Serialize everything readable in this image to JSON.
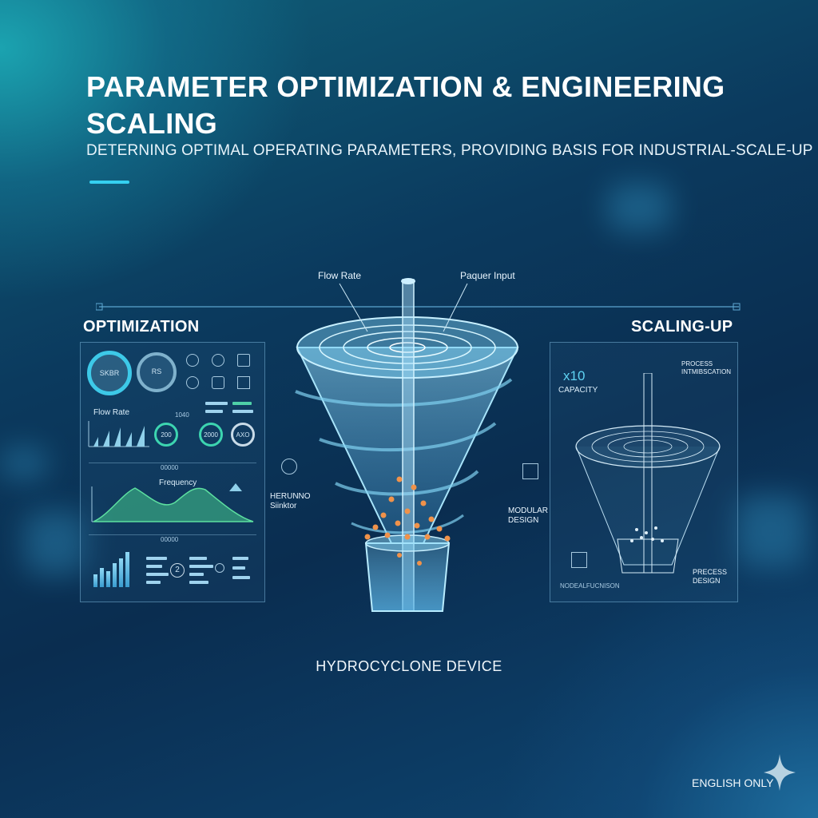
{
  "header": {
    "title": "PARAMETER OPTIMIZATION & ENGINEERING SCALING",
    "subtitle": "DETERNING OPTIMAL OPERATING PARAMETERS, PROVIDING BASIS FOR INDUSTRIAL-SCALE-UP"
  },
  "left_panel": {
    "label": "OPTIMIZATION",
    "gauges": [
      "SKBR",
      "RS"
    ],
    "flow_rate_label": "Flow Rate",
    "flow_rate_value": "1040",
    "dial_values": [
      "200",
      "2000",
      "AXO"
    ],
    "divider_label_1": "00000",
    "frequency_label": "Frequency",
    "divider_label_2": "00000",
    "badge_value": "2"
  },
  "center": {
    "flow_rate_callout": "Flow Rate",
    "power_input_callout": "Paquer Input",
    "left_side_callout": "HERUNNO Siinktor",
    "modular_callout": "MODULAR DESIGN",
    "device_label": "HYDROCYCLONE DEVICE"
  },
  "right_panel": {
    "label": "SCALING-UP",
    "multiplier": "x10",
    "capacity": "CAPACITY",
    "process_top": "PROCESS INTMIBSCATION",
    "process_bottom": "PRECESS DESIGN",
    "bottom_left": "NODEALFUCNISON"
  },
  "footer": {
    "note": "ENGLISH ONLY"
  },
  "colors": {
    "accent": "#35d0f0",
    "background_dark": "#0a2d50",
    "particles": "#f0924a"
  }
}
